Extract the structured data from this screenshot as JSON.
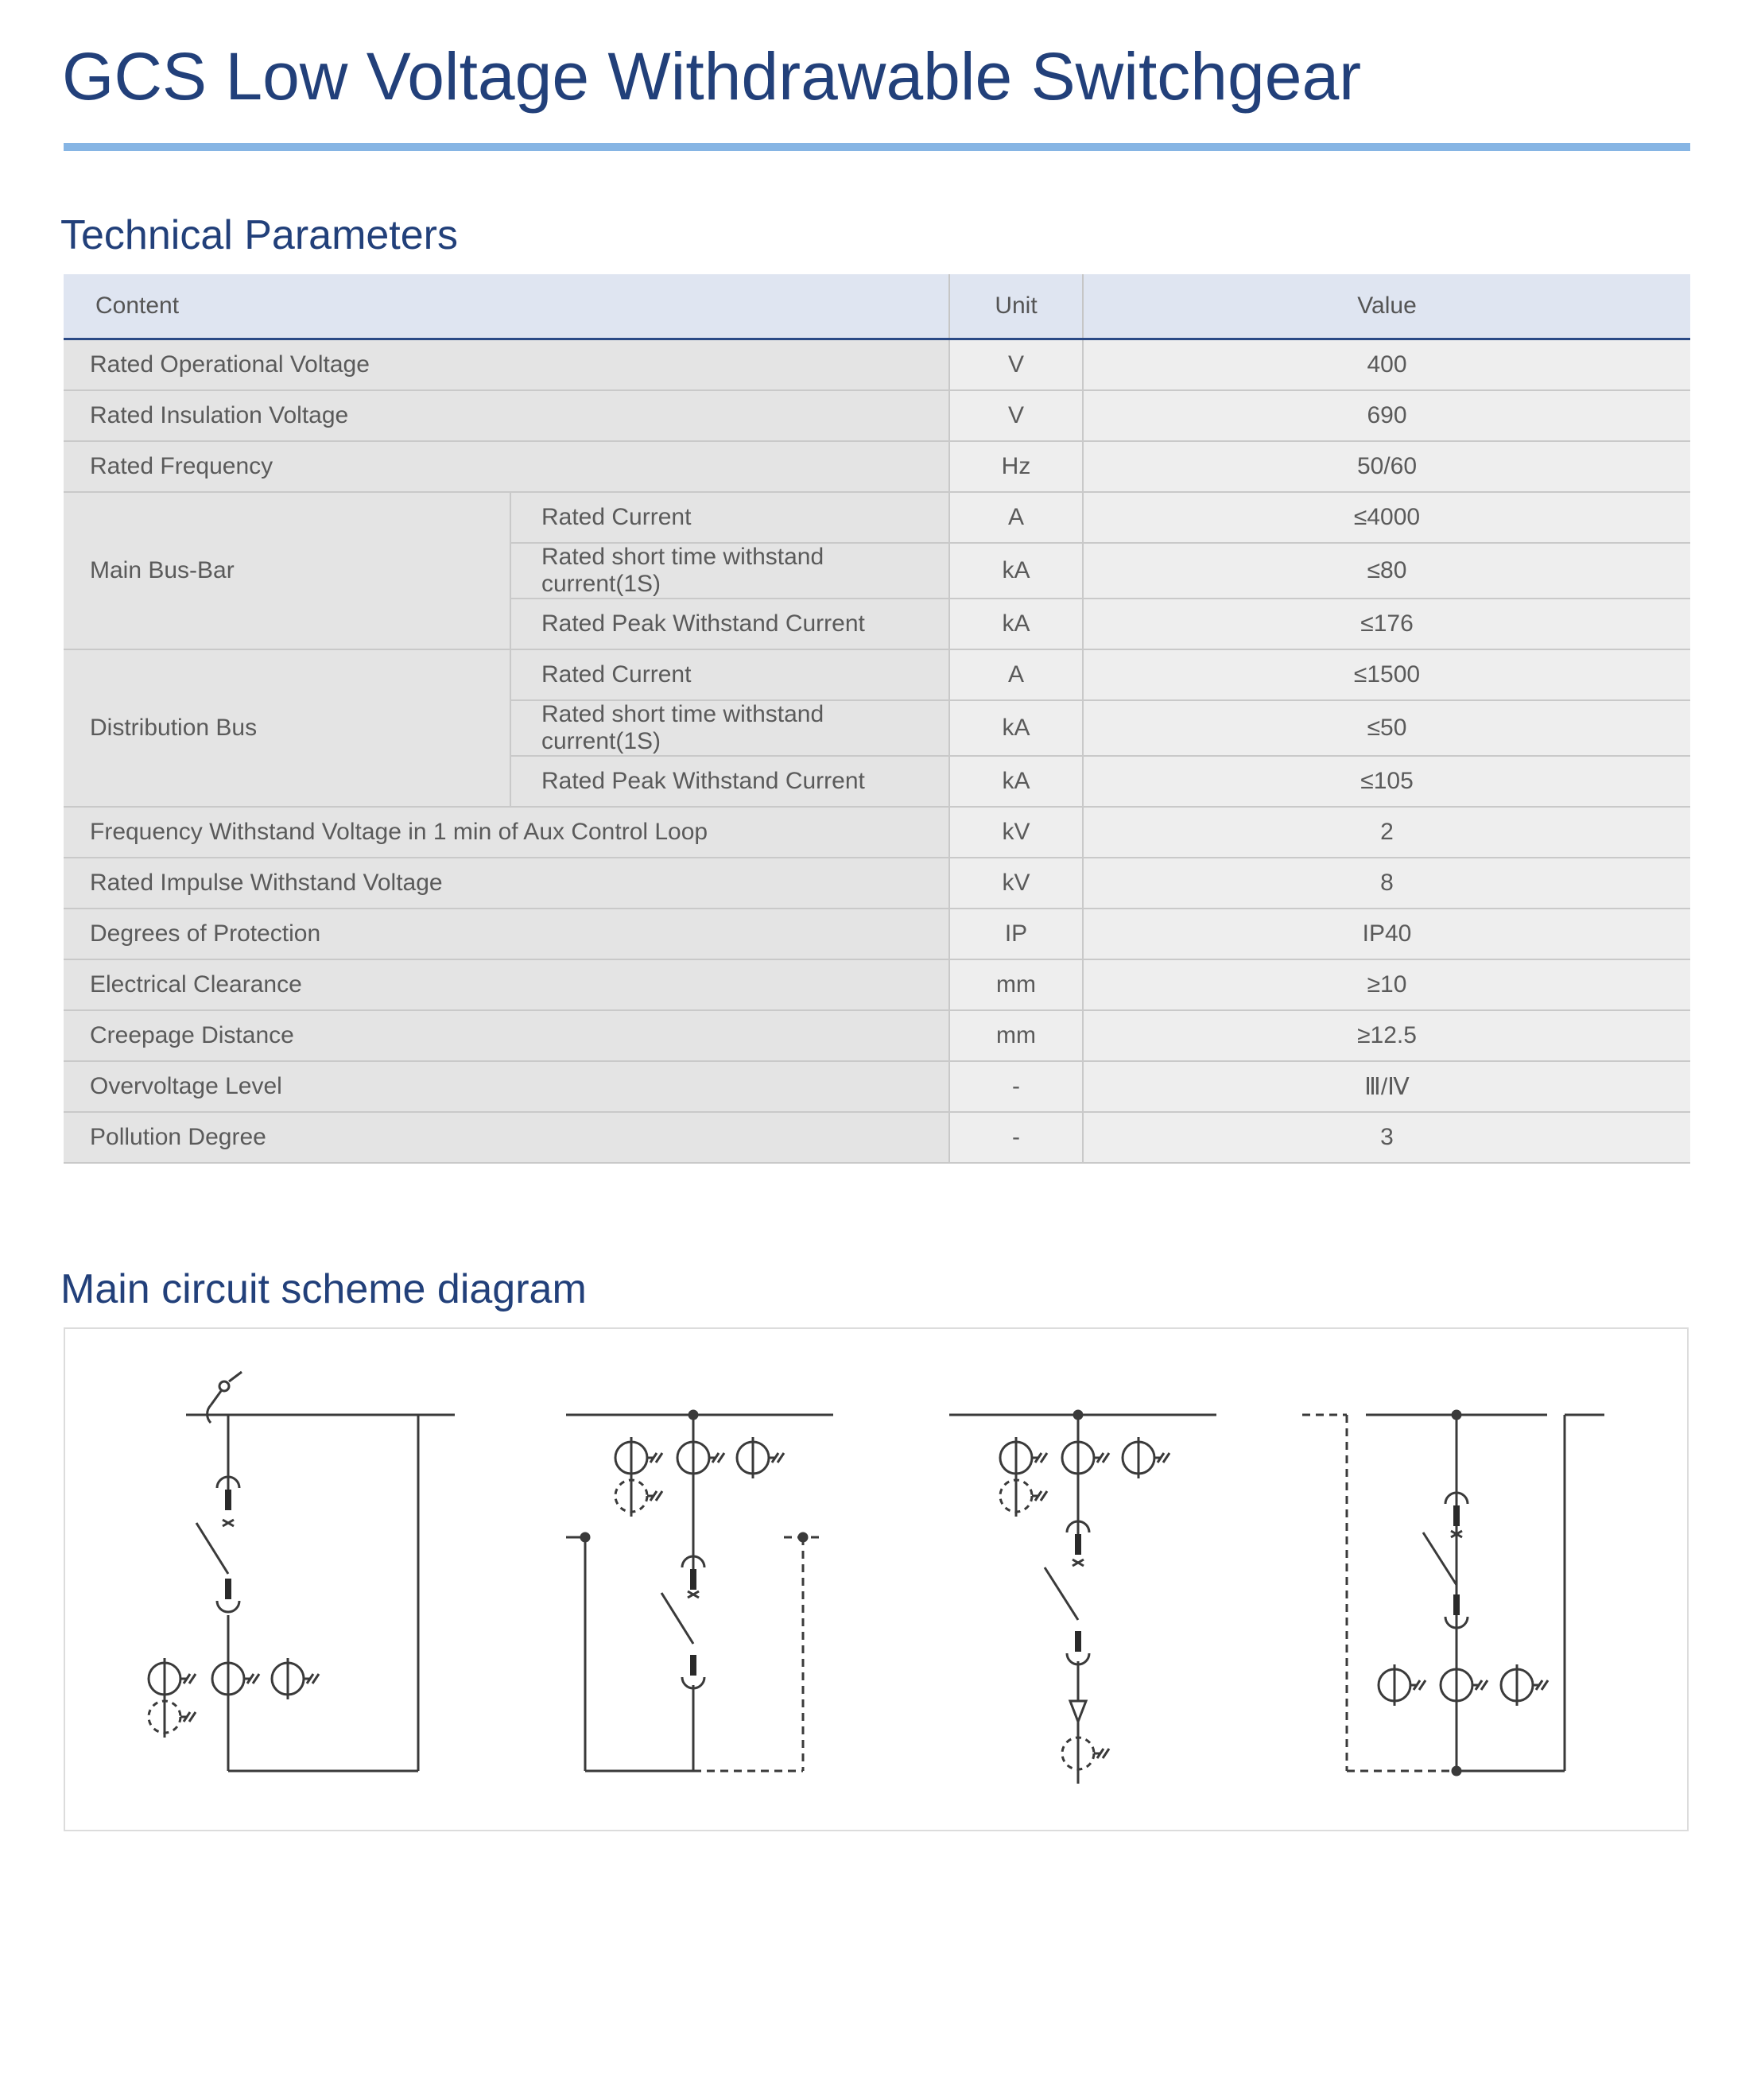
{
  "title": "GCS Low Voltage Withdrawable Switchgear",
  "technical": {
    "heading": "Technical Parameters",
    "columns": {
      "content": "Content",
      "unit": "Unit",
      "value": "Value"
    },
    "rows": [
      {
        "content": "Rated Operational Voltage",
        "unit": "V",
        "value": "400"
      },
      {
        "content": "Rated Insulation Voltage",
        "unit": "V",
        "value": "690"
      },
      {
        "content": "Rated Frequency",
        "unit": "Hz",
        "value": "50/60"
      },
      {
        "group": "Main Bus-Bar",
        "sub": "Rated Current",
        "unit": "A",
        "value": "≤4000"
      },
      {
        "sub": "Rated short time withstand current(1S)",
        "unit": "kA",
        "value": "≤80"
      },
      {
        "sub": "Rated Peak Withstand Current",
        "unit": "kA",
        "value": "≤176"
      },
      {
        "group": "Distribution Bus",
        "sub": "Rated Current",
        "unit": "A",
        "value": "≤1500"
      },
      {
        "sub": "Rated short time withstand current(1S)",
        "unit": "kA",
        "value": "≤50"
      },
      {
        "sub": "Rated Peak Withstand Current",
        "unit": "kA",
        "value": "≤105"
      },
      {
        "content": "Frequency Withstand Voltage in 1 min of Aux Control Loop",
        "unit": "kV",
        "value": "2"
      },
      {
        "content": "Rated Impulse Withstand Voltage",
        "unit": "kV",
        "value": "8"
      },
      {
        "content": "Degrees of Protection",
        "unit": "IP",
        "value": "IP40"
      },
      {
        "content": "Electrical Clearance",
        "unit": "mm",
        "value": "≥10"
      },
      {
        "content": "Creepage Distance",
        "unit": "mm",
        "value": "≥12.5"
      },
      {
        "content": "Overvoltage Level",
        "unit": "-",
        "value": "Ⅲ/Ⅳ"
      },
      {
        "content": "Pollution Degree",
        "unit": "-",
        "value": "3"
      }
    ]
  },
  "diagram": {
    "heading": "Main circuit scheme diagram"
  },
  "colors": {
    "title": "#22407a",
    "rule": "#86b5e4",
    "header_bg": "#dfe5f1",
    "cell_bg": "#e4e4e4",
    "line": "#3a3a3a"
  }
}
